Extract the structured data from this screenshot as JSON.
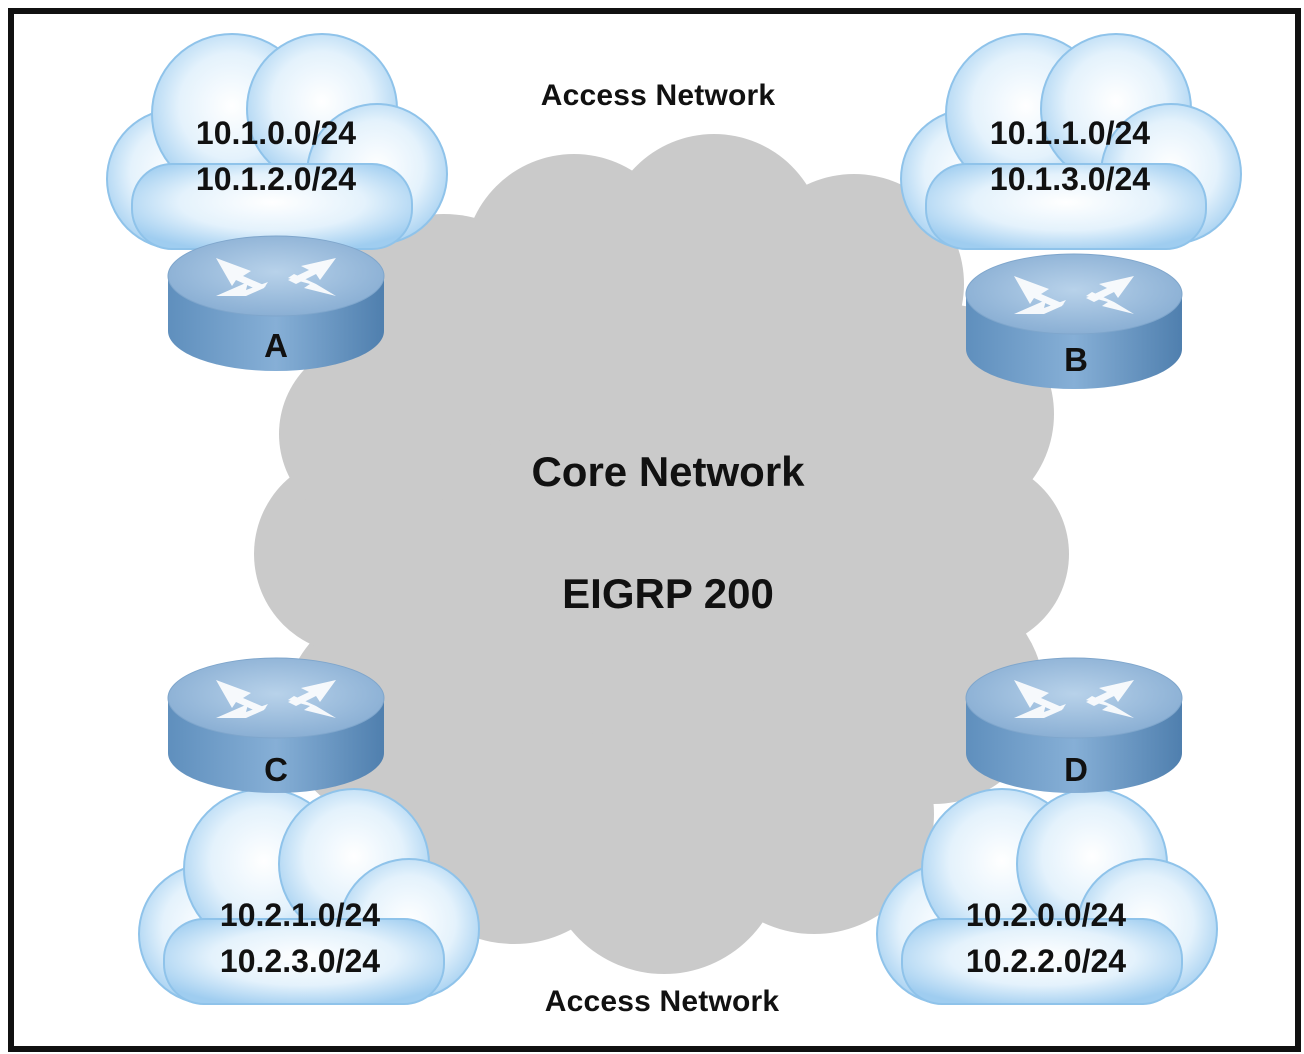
{
  "labels": {
    "access_top": "Access Network",
    "access_bottom": "Access Network",
    "core_title": "Core Network",
    "core_protocol": "EIGRP 200"
  },
  "sites": {
    "a": {
      "router": "A",
      "subnets": [
        "10.1.0.0/24",
        "10.1.2.0/24"
      ]
    },
    "b": {
      "router": "B",
      "subnets": [
        "10.1.1.0/24",
        "10.1.3.0/24"
      ]
    },
    "c": {
      "router": "C",
      "subnets": [
        "10.2.1.0/24",
        "10.2.3.0/24"
      ]
    },
    "d": {
      "router": "D",
      "subnets": [
        "10.2.0.0/24",
        "10.2.2.0/24"
      ]
    }
  },
  "colors": {
    "core_cloud": "#c9c9c9",
    "access_cloud": "#bfe0f7",
    "router_body": "#6f9cc6",
    "router_top": "#9cc0e0",
    "router_arrow": "#ffffff"
  },
  "icons": [
    "cloud-icon",
    "router-icon"
  ]
}
